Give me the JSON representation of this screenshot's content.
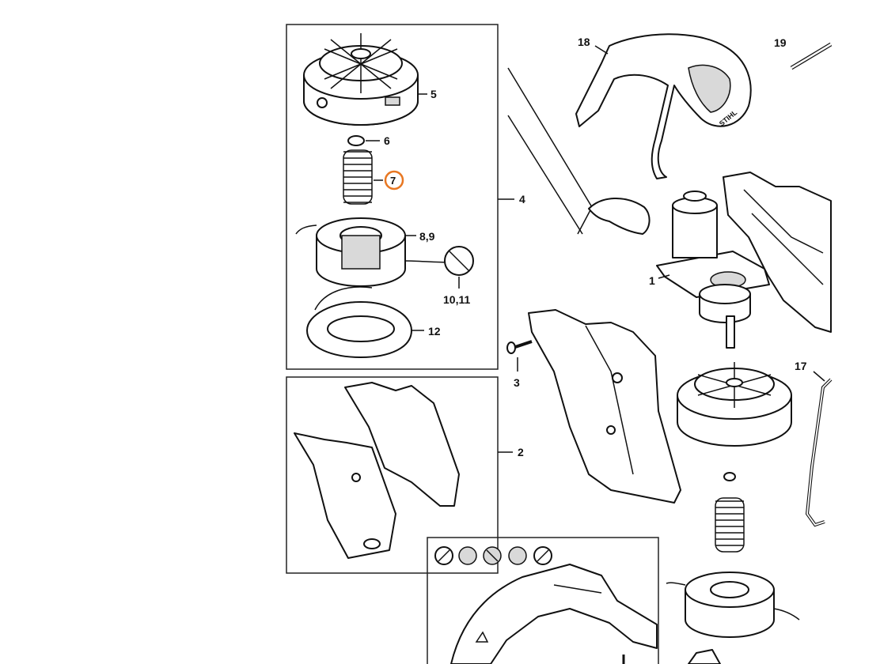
{
  "diagram": {
    "brand_color": "#e87722",
    "highlighted_part": "7",
    "callouts": {
      "p1": "1",
      "p2": "2",
      "p3": "3",
      "p4": "4",
      "p5": "5",
      "p6": "6",
      "p7": "7",
      "p8_9": "8,9",
      "p10_11": "10,11",
      "p12": "12",
      "p17": "17",
      "p18": "18",
      "p19": "19"
    },
    "glasses_logo": "STIHL"
  }
}
